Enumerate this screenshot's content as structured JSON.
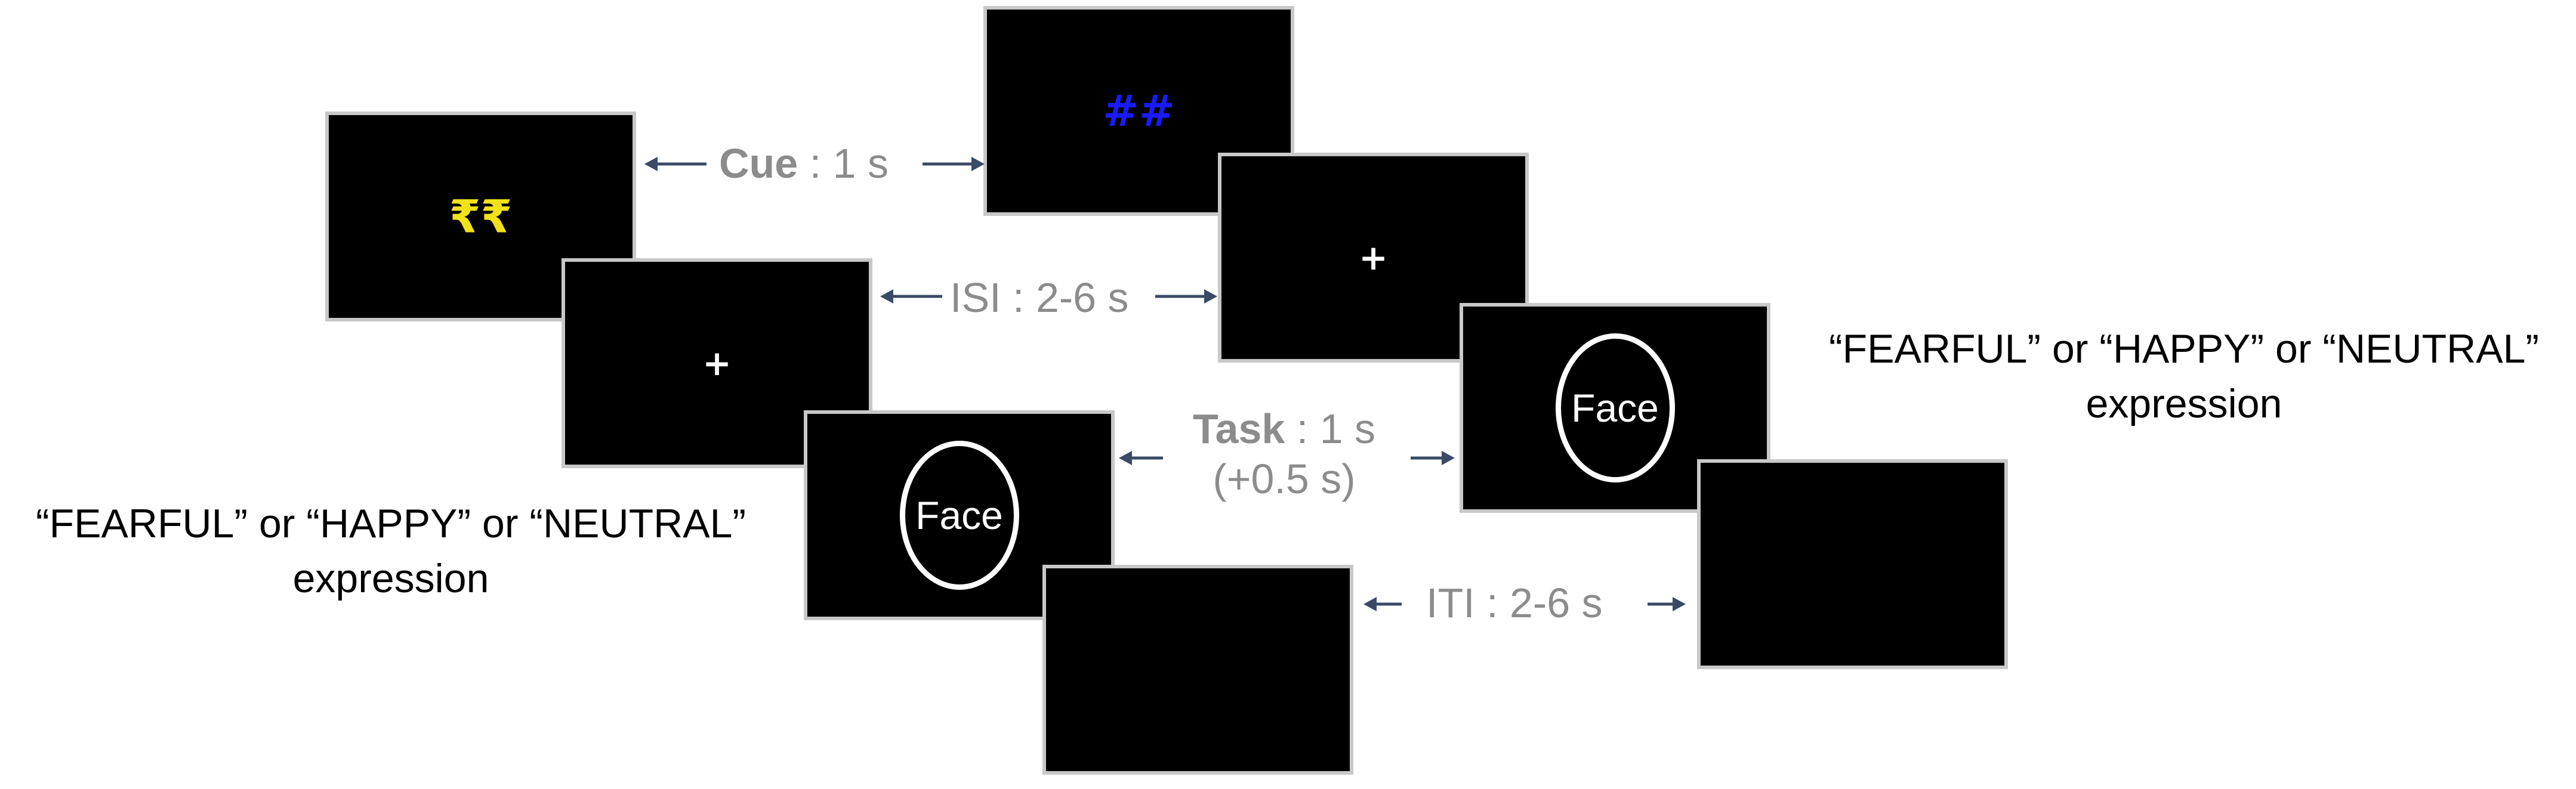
{
  "screens": {
    "cue_reward": "₹₹",
    "cue_neutral": "##",
    "fixation": "+",
    "face_label": "Face"
  },
  "labels": {
    "cue": {
      "name": "Cue",
      "value": " : 1 s"
    },
    "isi": {
      "name": "ISI",
      "value": " : 2-6 s"
    },
    "task": {
      "name": "Task",
      "value": " : 1 s",
      "extra": "(+0.5 s)"
    },
    "iti": {
      "name": "ITI",
      "value": " : 2-6 s"
    }
  },
  "expression_text": {
    "line1": "“FEARFUL” or “HAPPY” or “NEUTRAL”",
    "line2": "expression"
  },
  "colors": {
    "reward_cue": "#f2e21a",
    "neutral_cue": "#1a1aff",
    "arrow": "#3a4a66",
    "label_gray": "#8c8c8c"
  }
}
